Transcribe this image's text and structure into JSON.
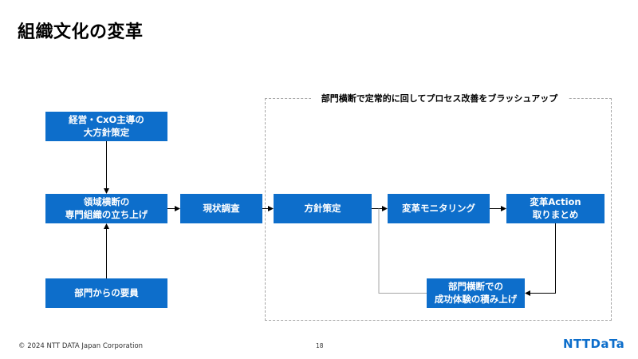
{
  "title": "組織文化の変革",
  "loop_label": "部門横断で定常的に回してプロセス改善をブラッシュアップ",
  "boxes": {
    "policy": "経営・CxO主導の\n大方針策定",
    "team": "領域横断の\n専門組織の立ち上げ",
    "requirements": "部門からの要員",
    "survey": "現状調査",
    "plan": "方針策定",
    "monitor": "変革モニタリング",
    "action": "変革Action\n取りまとめ",
    "success": "部門横断での\n成功体験の積み上げ"
  },
  "colors": {
    "box": "#0d6ecb",
    "dashed_border": "#a6a6a6",
    "logo": "#0d6ecb"
  },
  "footer": {
    "copyright": "© 2024 NTT DATA Japan Corporation",
    "page": "18",
    "logo": "NTTDaTa"
  }
}
